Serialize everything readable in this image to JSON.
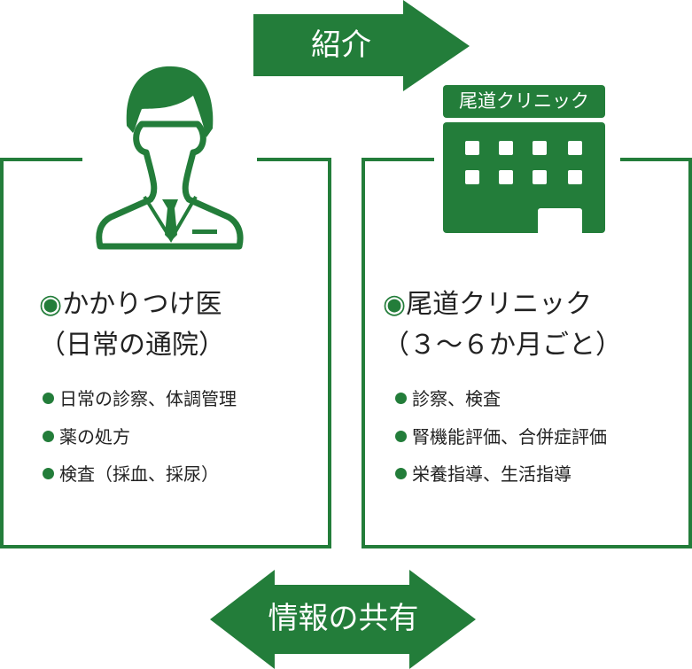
{
  "colors": {
    "accent": "#237d3a"
  },
  "top_arrow": {
    "label": "紹介"
  },
  "bottom_arrow": {
    "label": "情報の共有"
  },
  "left_panel": {
    "icon": "doctor-person-icon",
    "mark": "◉",
    "title": "かかりつけ医",
    "subtitle": "（日常の通院）",
    "items": [
      "日常の診察、体調管理",
      "薬の処方",
      "検査（採血、採尿）"
    ]
  },
  "right_panel": {
    "icon": "clinic-building-icon",
    "sign": "尾道クリニック",
    "mark": "◉",
    "title": "尾道クリニック",
    "subtitle": "（３～６か月ごと）",
    "items": [
      "診察、検査",
      "腎機能評価、合併症評価",
      "栄養指導、生活指導"
    ]
  }
}
